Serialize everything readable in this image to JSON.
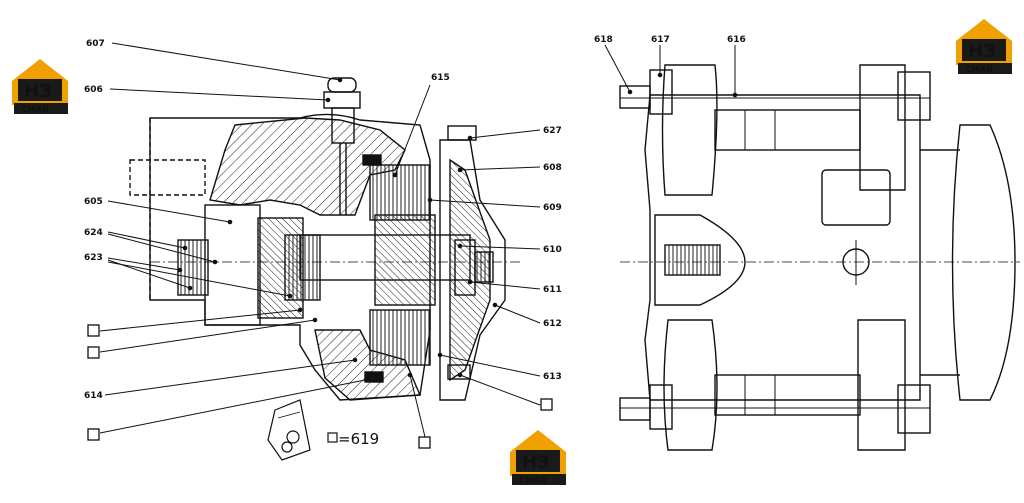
{
  "logo": {
    "mark": "НЗ",
    "caption": "СНАБ",
    "accent": "#f0a000",
    "dark": "#1a1a1a"
  },
  "callouts": {
    "c607": "607",
    "c606": "606",
    "c615": "615",
    "c627": "627",
    "c608": "608",
    "c609": "609",
    "c605": "605",
    "c624": "624",
    "c623": "623",
    "c610": "610",
    "c611": "611",
    "c612": "612",
    "c613": "613",
    "c614": "614",
    "c618": "618",
    "c617": "617",
    "c616": "616"
  },
  "legend": {
    "text": "=619"
  }
}
